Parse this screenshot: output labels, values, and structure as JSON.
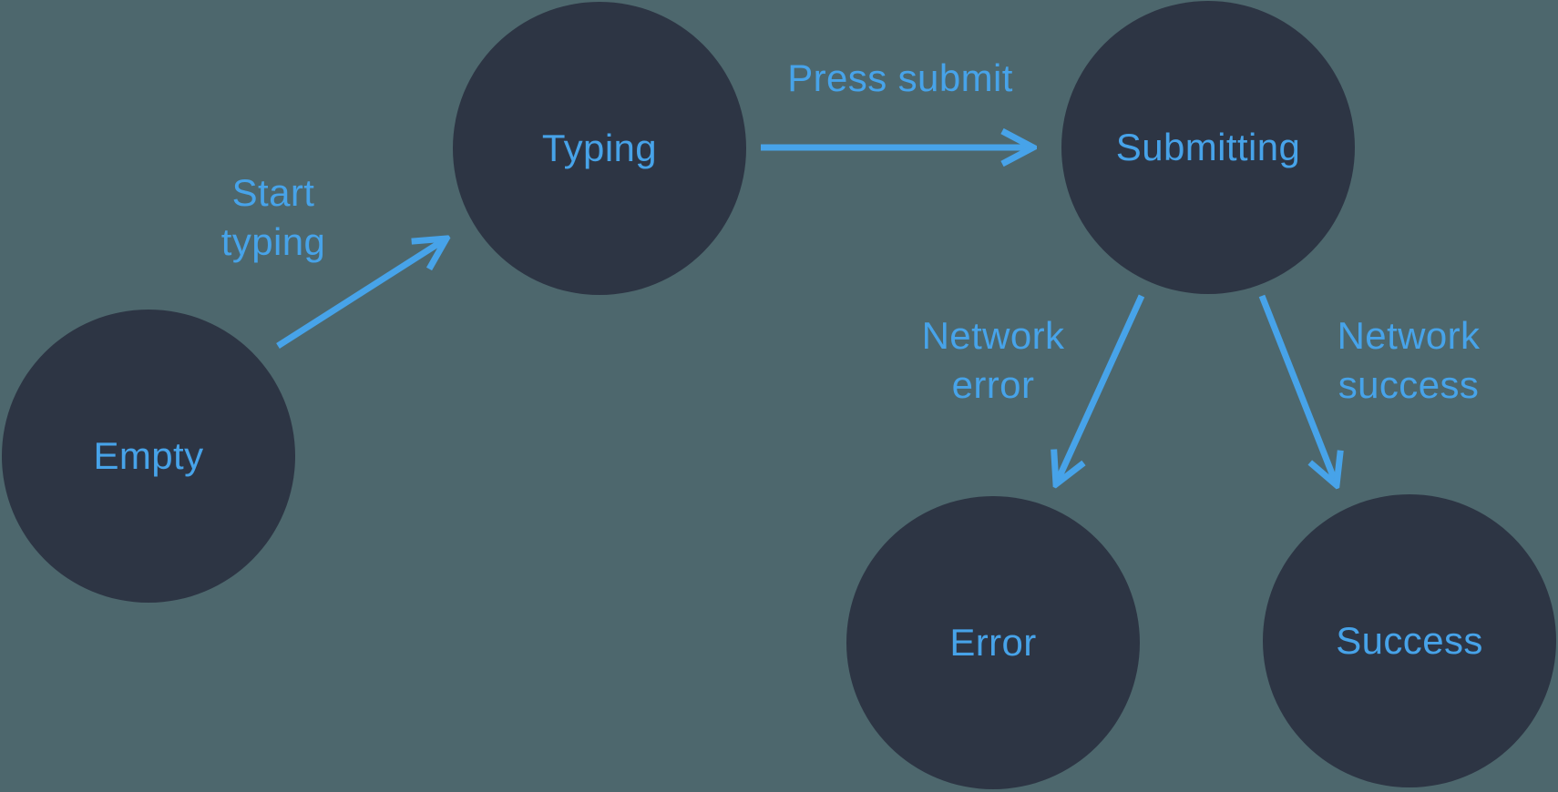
{
  "diagram": {
    "kind": "state-machine",
    "colors": {
      "background": "#4D676D",
      "node_fill": "#2D3544",
      "accent": "#47A3E9"
    },
    "nodes": [
      {
        "id": "empty",
        "label": "Empty"
      },
      {
        "id": "typing",
        "label": "Typing"
      },
      {
        "id": "submitting",
        "label": "Submitting"
      },
      {
        "id": "error",
        "label": "Error"
      },
      {
        "id": "success",
        "label": "Success"
      }
    ],
    "edges": [
      {
        "id": "start-typing",
        "from": "empty",
        "to": "typing",
        "label_lines": [
          "Start",
          "typing"
        ]
      },
      {
        "id": "press-submit",
        "from": "typing",
        "to": "submitting",
        "label_lines": [
          "Press submit"
        ]
      },
      {
        "id": "network-error",
        "from": "submitting",
        "to": "error",
        "label_lines": [
          "Network",
          "error"
        ]
      },
      {
        "id": "network-success",
        "from": "submitting",
        "to": "success",
        "label_lines": [
          "Network",
          "success"
        ]
      }
    ]
  }
}
